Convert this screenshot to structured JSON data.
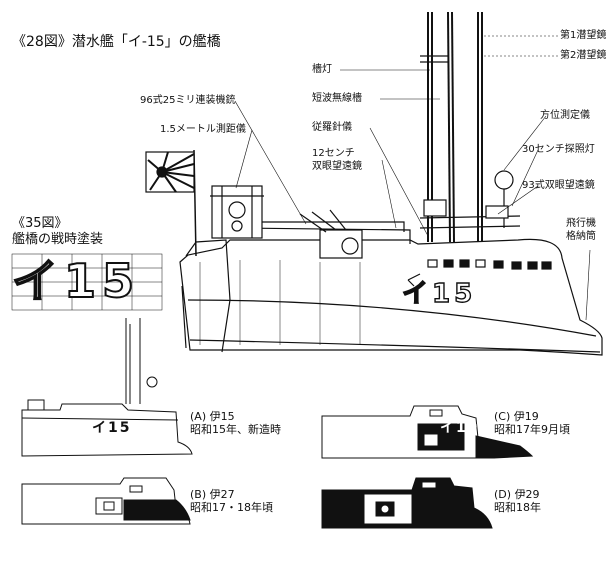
{
  "figure": {
    "fig28_title": "《28図》潜水艦「イ-15」の艦橋",
    "fig35_title": "《35図》",
    "fig35_subtitle": "艦橋の戦時塗装",
    "big_marking": "イ15",
    "hull_marking": "イ15"
  },
  "callouts": {
    "periscope1": "第1潜望鏡",
    "periscope2": "第2潜望鏡",
    "mast_light": "檣灯",
    "shortwave_mast": "短波無線檣",
    "aa_gun": "96式25ミリ連装機銃",
    "rangefinder": "1.5メートル測距儀",
    "gyro_repeater": "従羅針儀",
    "binoculars_12": "12センチ",
    "binoculars_12b": "双眼望遠鏡",
    "direction_finder": "方位測定儀",
    "searchlight": "30センチ探照灯",
    "binoculars_93": "93式双眼望遠鏡",
    "hangar_a": "飛行機",
    "hangar_b": "格納筒"
  },
  "variants": [
    {
      "letter": "(A)",
      "name": "伊15",
      "desc": "昭和15年、新造時",
      "marking": "イ15"
    },
    {
      "letter": "(B)",
      "name": "伊27",
      "desc": "昭和17・18年頃",
      "marking": ""
    },
    {
      "letter": "(C)",
      "name": "伊19",
      "desc": "昭和17年9月頃",
      "marking": "イ19"
    },
    {
      "letter": "(D)",
      "name": "伊29",
      "desc": "昭和18年",
      "marking": ""
    }
  ],
  "colors": {
    "ink": "#111111",
    "paper": "#ffffff"
  }
}
